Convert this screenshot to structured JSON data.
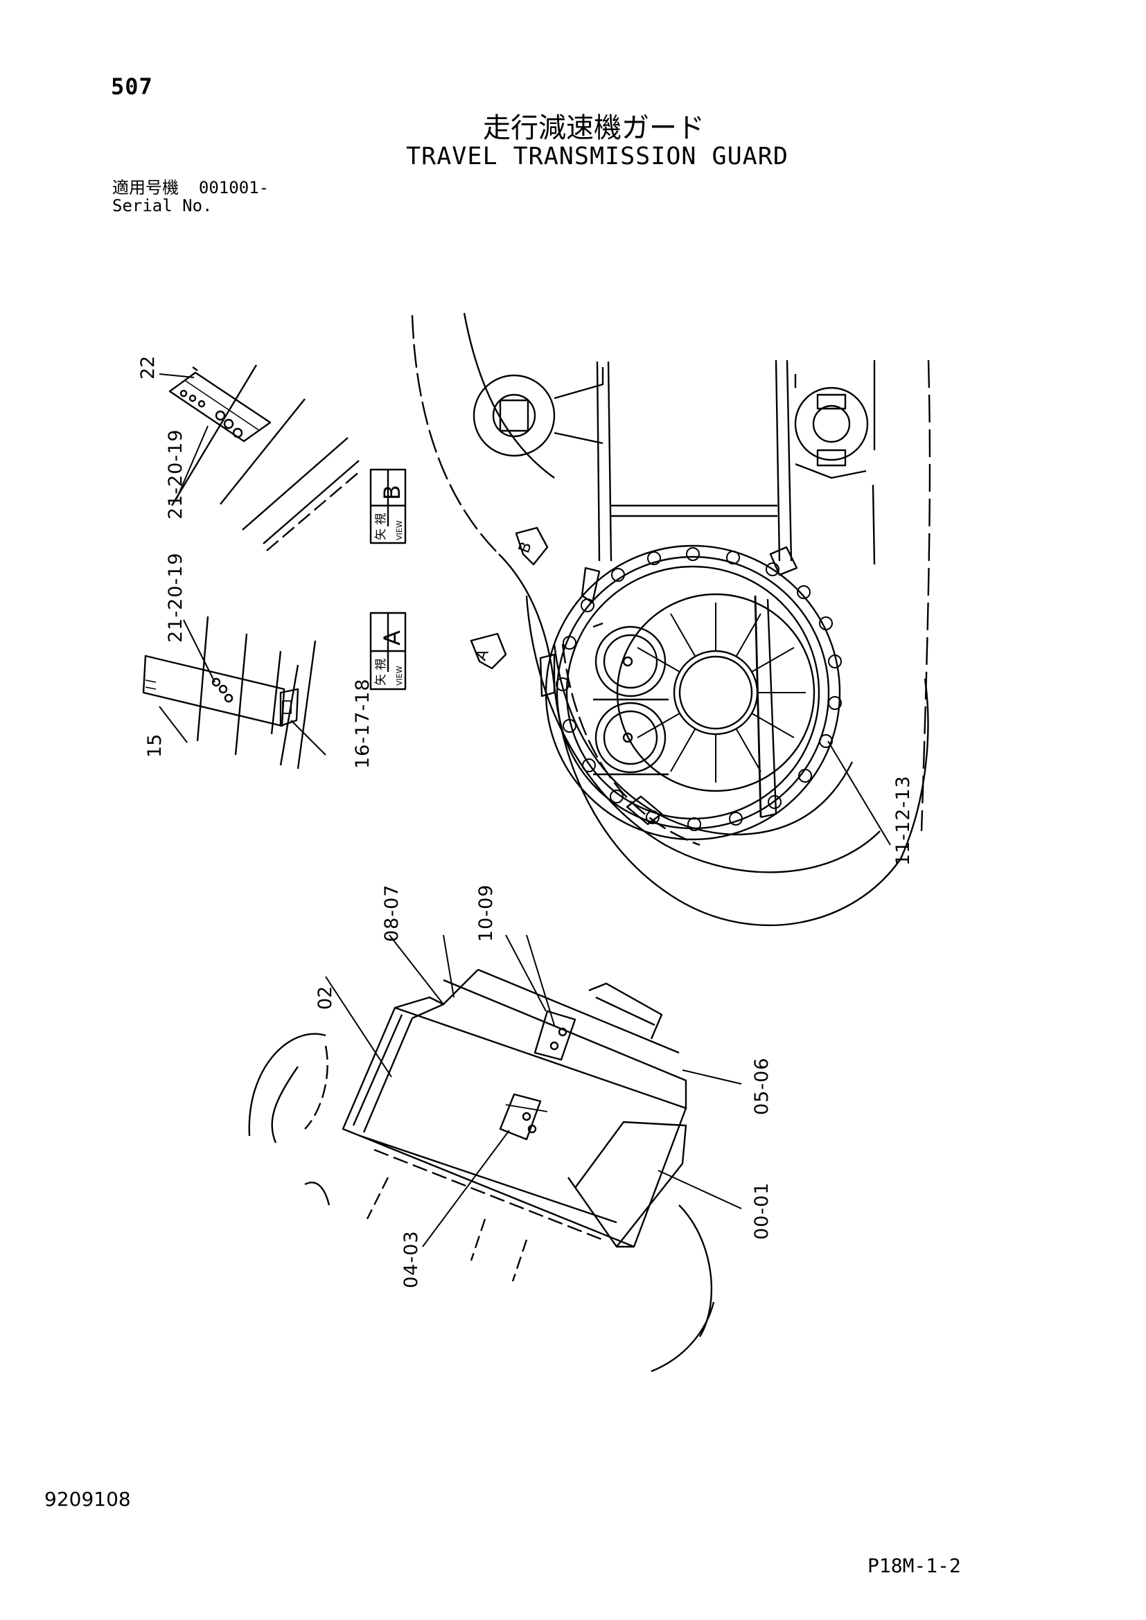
{
  "page": {
    "number": "507",
    "doc_number": "9209108",
    "figure_code": "P18M-1-2"
  },
  "title": {
    "japanese": "走行減速機ガード",
    "english": "TRAVEL TRANSMISSION GUARD"
  },
  "serial": {
    "label_jp": "適用号機",
    "value": "001001-",
    "label_en": "Serial No."
  },
  "views": {
    "b": {
      "jp": "矢 視",
      "small": "VIEW",
      "letter": "B"
    },
    "a": {
      "jp": "矢 視",
      "small": "VIEW",
      "letter": "A"
    },
    "arrow_b": "B",
    "arrow_a": "A"
  },
  "callouts": {
    "c22": "22",
    "c21_20_19_top": "21-20-19",
    "c21_20_19_mid": "21-20-19",
    "c15": "15",
    "c16_17_18": "16-17-18",
    "c11_12_13": "11-12-13",
    "c08_07": "08-07",
    "c10_09": "10-09",
    "c02": "02",
    "c05_06": "05-06",
    "c00_01": "00-01",
    "c04_03": "04-03"
  }
}
